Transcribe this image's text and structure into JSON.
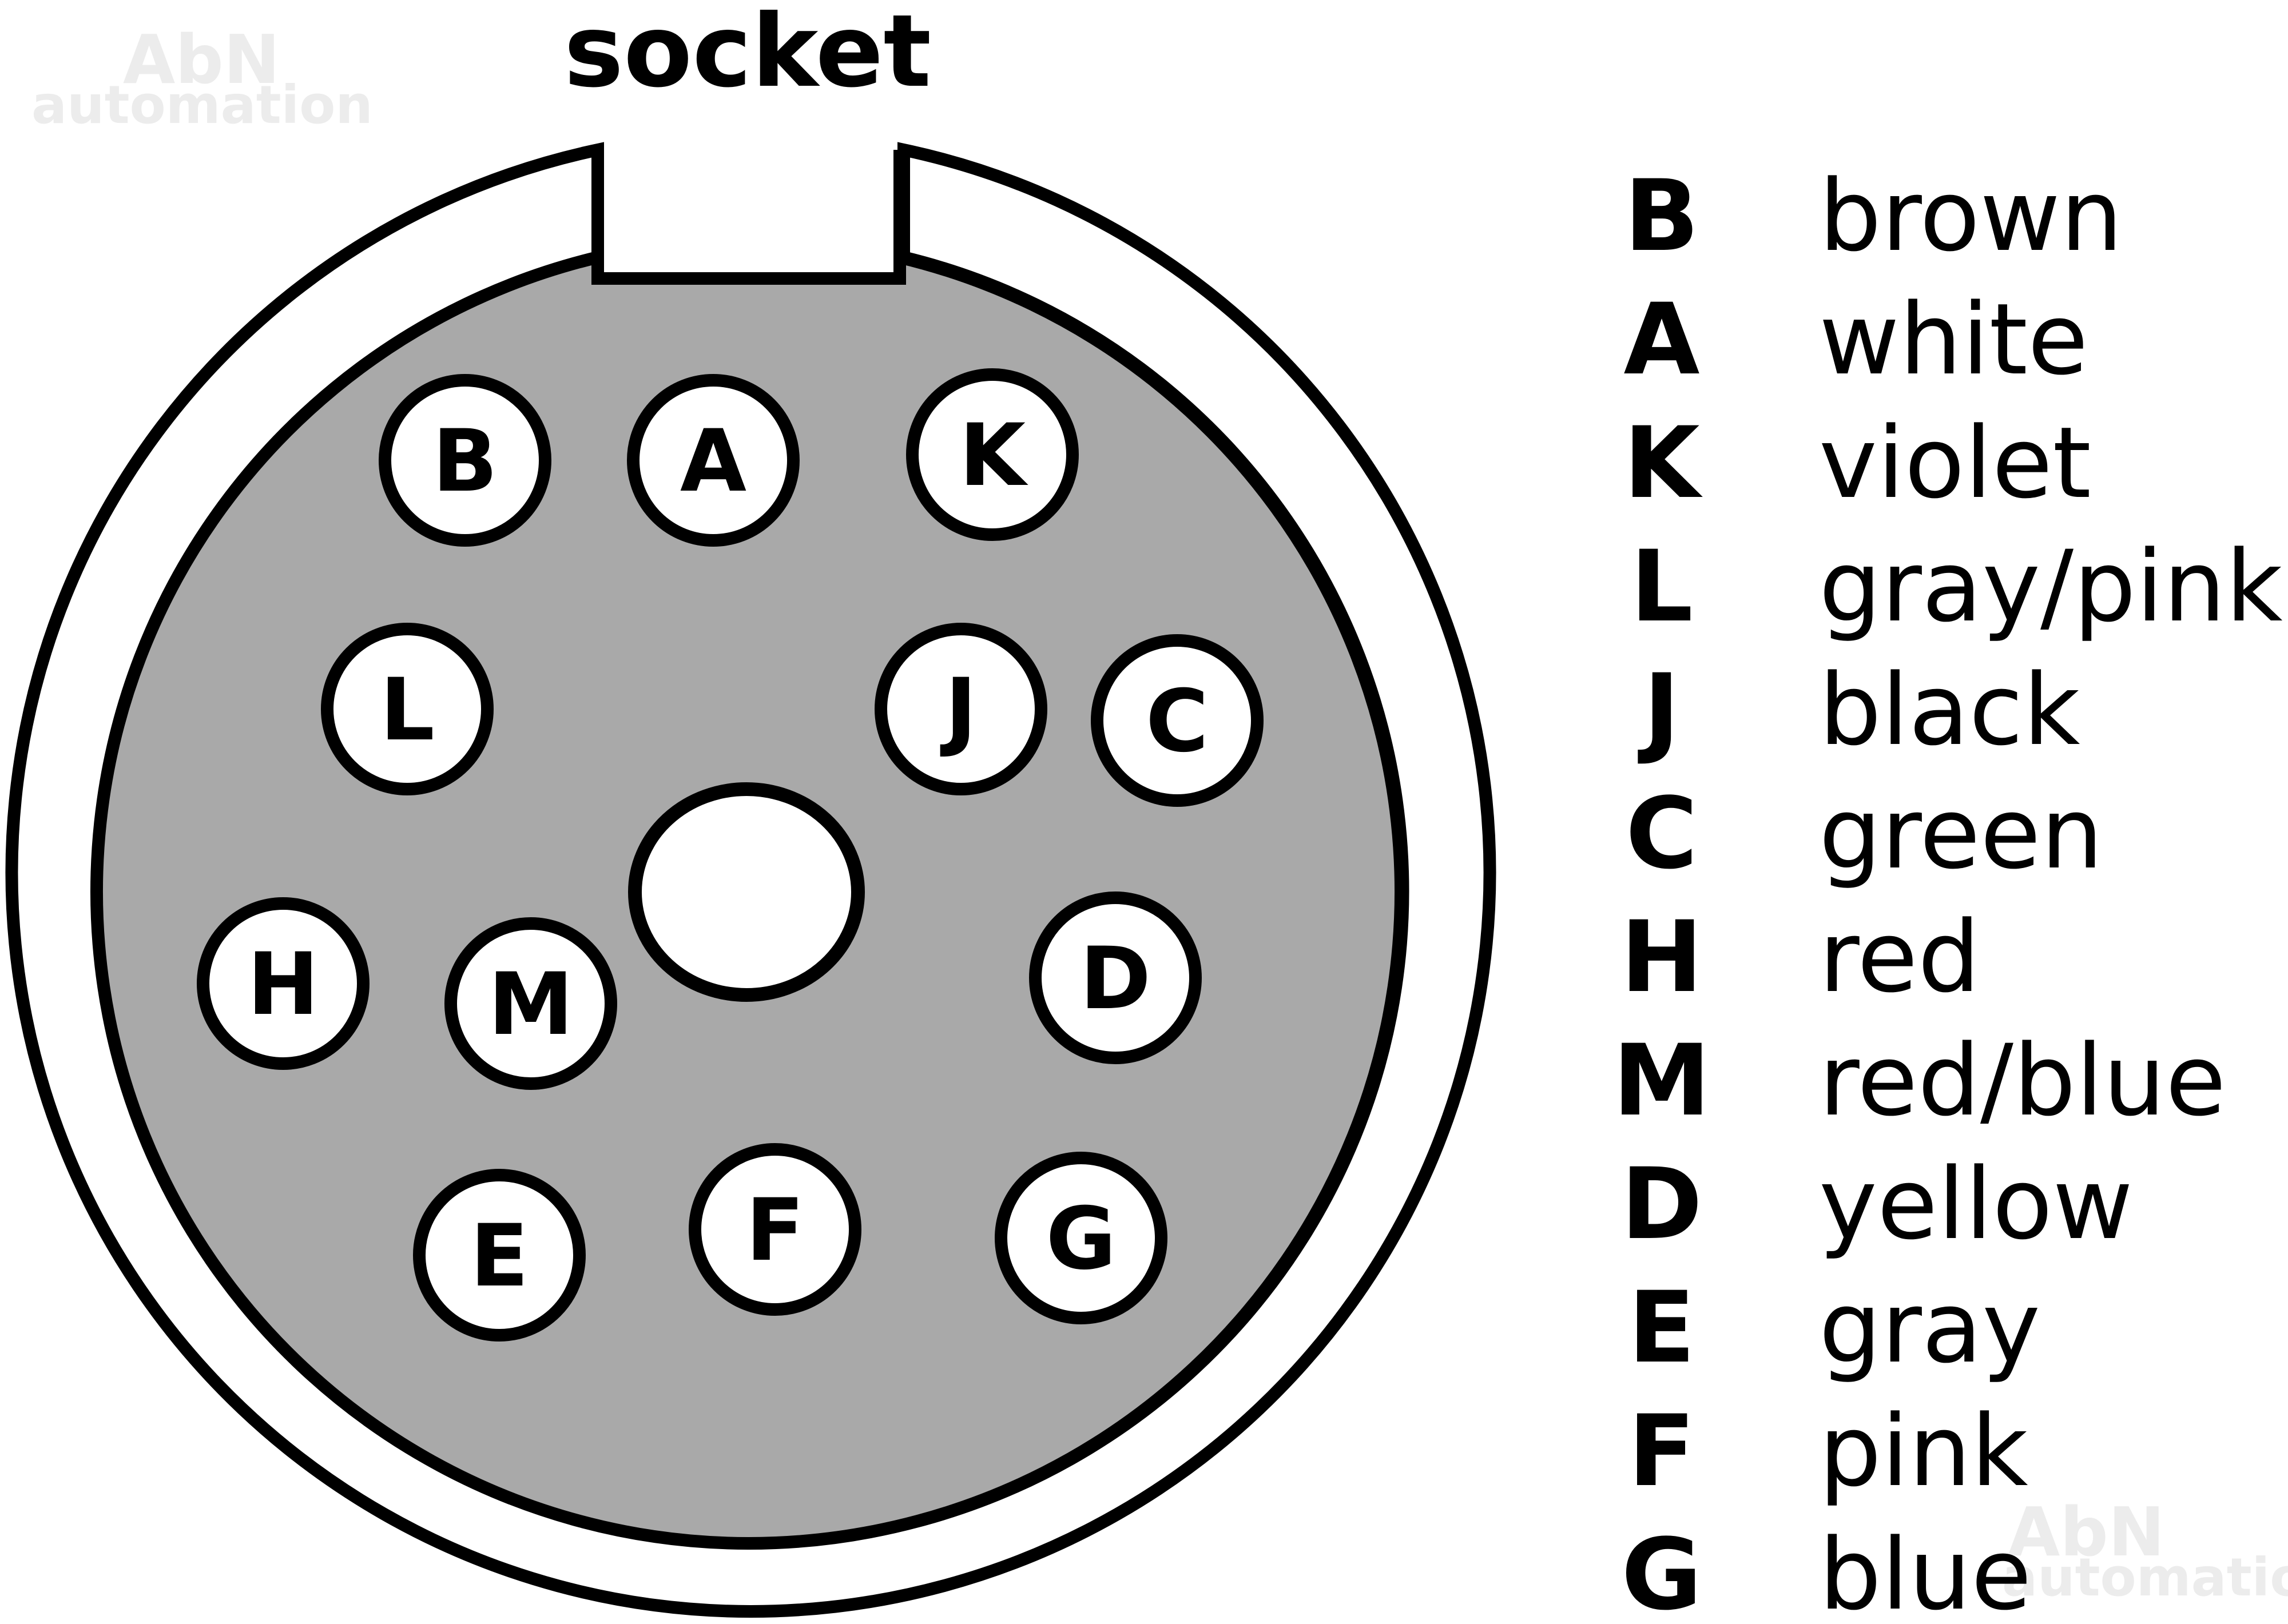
{
  "title": "socket",
  "watermark": {
    "line1": "AbN",
    "line2": "automation"
  },
  "pins": [
    {
      "id": "B"
    },
    {
      "id": "A"
    },
    {
      "id": "K"
    },
    {
      "id": "L"
    },
    {
      "id": "J"
    },
    {
      "id": "C"
    },
    {
      "id": "H"
    },
    {
      "id": "M"
    },
    {
      "id": "D"
    },
    {
      "id": "E"
    },
    {
      "id": "F"
    },
    {
      "id": "G"
    }
  ],
  "legend": [
    {
      "pin": "B",
      "color": "brown"
    },
    {
      "pin": "A",
      "color": "white"
    },
    {
      "pin": "K",
      "color": "violet"
    },
    {
      "pin": "L",
      "color": "gray/pink"
    },
    {
      "pin": "J",
      "color": "black"
    },
    {
      "pin": "C",
      "color": "green"
    },
    {
      "pin": "H",
      "color": "red"
    },
    {
      "pin": "M",
      "color": "red/blue"
    },
    {
      "pin": "D",
      "color": "yellow"
    },
    {
      "pin": "E",
      "color": "gray"
    },
    {
      "pin": "F",
      "color": "pink"
    },
    {
      "pin": "G",
      "color": "blue"
    }
  ],
  "colors": {
    "face": "#a9a9a9",
    "stroke": "#000000",
    "pin_fill": "#ffffff"
  }
}
